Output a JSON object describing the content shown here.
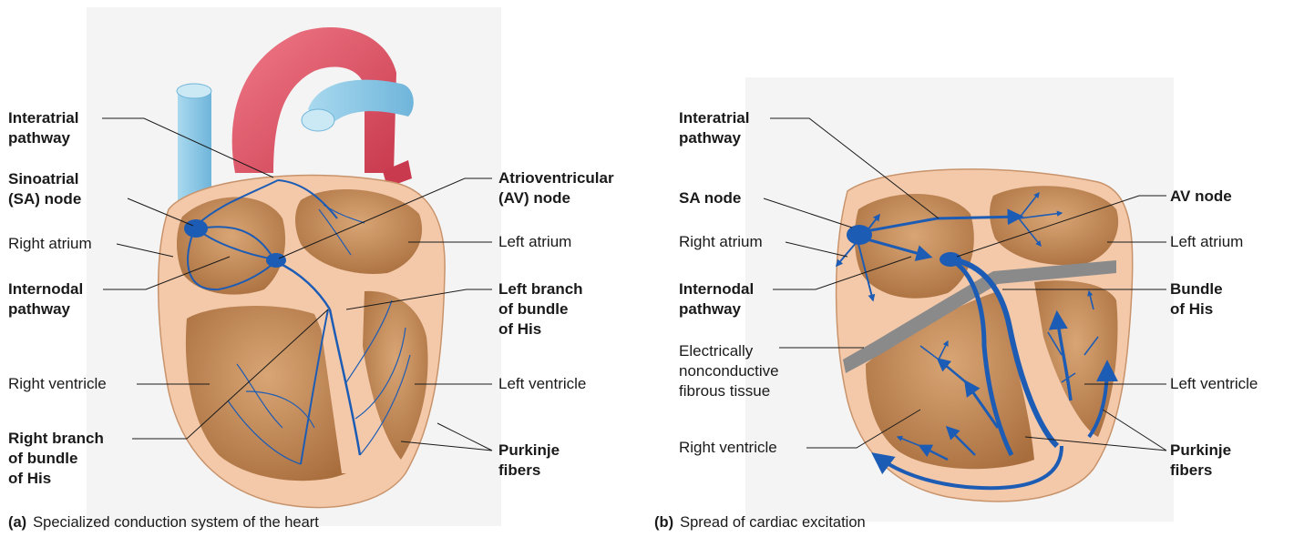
{
  "panel_a": {
    "caption_tag": "(a)",
    "caption_text": "Specialized conduction system of the heart",
    "labels": {
      "interatrial_pathway": "Interatrial\npathway",
      "sinoatrial_node": "Sinoatrial\n(SA) node",
      "right_atrium": "Right atrium",
      "internodal_pathway": "Internodal\npathway",
      "right_ventricle": "Right ventricle",
      "right_branch": "Right branch\nof bundle\nof His",
      "atrioventricular_node": "Atrioventricular\n(AV) node",
      "left_atrium": "Left atrium",
      "left_branch": "Left branch\nof bundle\nof His",
      "left_ventricle": "Left ventricle",
      "purkinje_fibers": "Purkinje\nfibers"
    }
  },
  "panel_b": {
    "caption_tag": "(b)",
    "caption_text": "Spread of cardiac excitation",
    "labels": {
      "interatrial_pathway": "Interatrial\npathway",
      "sa_node": "SA node",
      "right_atrium": "Right atrium",
      "internodal_pathway": "Internodal\npathway",
      "fibrous_tissue": "Electrically\nnonconductive\nfibrous tissue",
      "right_ventricle": "Right ventricle",
      "av_node": "AV node",
      "left_atrium": "Left atrium",
      "bundle_of_his": "Bundle\nof His",
      "left_ventricle": "Left ventricle",
      "purkinje_fibers": "Purkinje\nfibers"
    }
  },
  "colors": {
    "background_panel": "#f4f4f4",
    "heart_outer": "#f3c9aa",
    "heart_chamber": "#c89060",
    "aorta": "#dd4a5c",
    "vena_cava": "#8fcbe6",
    "conduction": "#1d5cb4",
    "fibrous_tissue": "#8a8a8a"
  }
}
